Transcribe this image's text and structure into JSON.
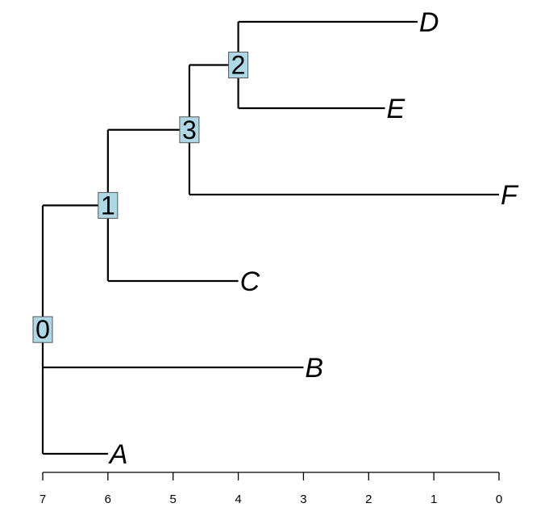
{
  "chart_data": {
    "type": "tree",
    "title": "",
    "xlabel": "",
    "x_direction": "reversed",
    "xlim": [
      7,
      0
    ],
    "axis_ticks": [
      "7",
      "6",
      "5",
      "4",
      "3",
      "2",
      "1",
      "0"
    ],
    "node_box_color": "#add8e6",
    "nodes": [
      {
        "id": "0",
        "label": "0",
        "age": 7.0,
        "type": "internal",
        "children": [
          "1",
          "B",
          "A"
        ]
      },
      {
        "id": "1",
        "label": "1",
        "age": 6.0,
        "type": "internal",
        "children": [
          "3",
          "C"
        ]
      },
      {
        "id": "3",
        "label": "3",
        "age": 4.75,
        "type": "internal",
        "children": [
          "2",
          "F"
        ]
      },
      {
        "id": "2",
        "label": "2",
        "age": 4.0,
        "type": "internal",
        "children": [
          "D",
          "E"
        ]
      },
      {
        "id": "D",
        "label": "D",
        "age": 1.25,
        "type": "tip"
      },
      {
        "id": "E",
        "label": "E",
        "age": 1.75,
        "type": "tip"
      },
      {
        "id": "F",
        "label": "F",
        "age": 0.0,
        "type": "tip"
      },
      {
        "id": "C",
        "label": "C",
        "age": 4.0,
        "type": "tip"
      },
      {
        "id": "B",
        "label": "B",
        "age": 3.0,
        "type": "tip"
      },
      {
        "id": "A",
        "label": "A",
        "age": 6.0,
        "type": "tip"
      }
    ],
    "tip_order": [
      "D",
      "E",
      "F",
      "C",
      "B",
      "A"
    ]
  }
}
